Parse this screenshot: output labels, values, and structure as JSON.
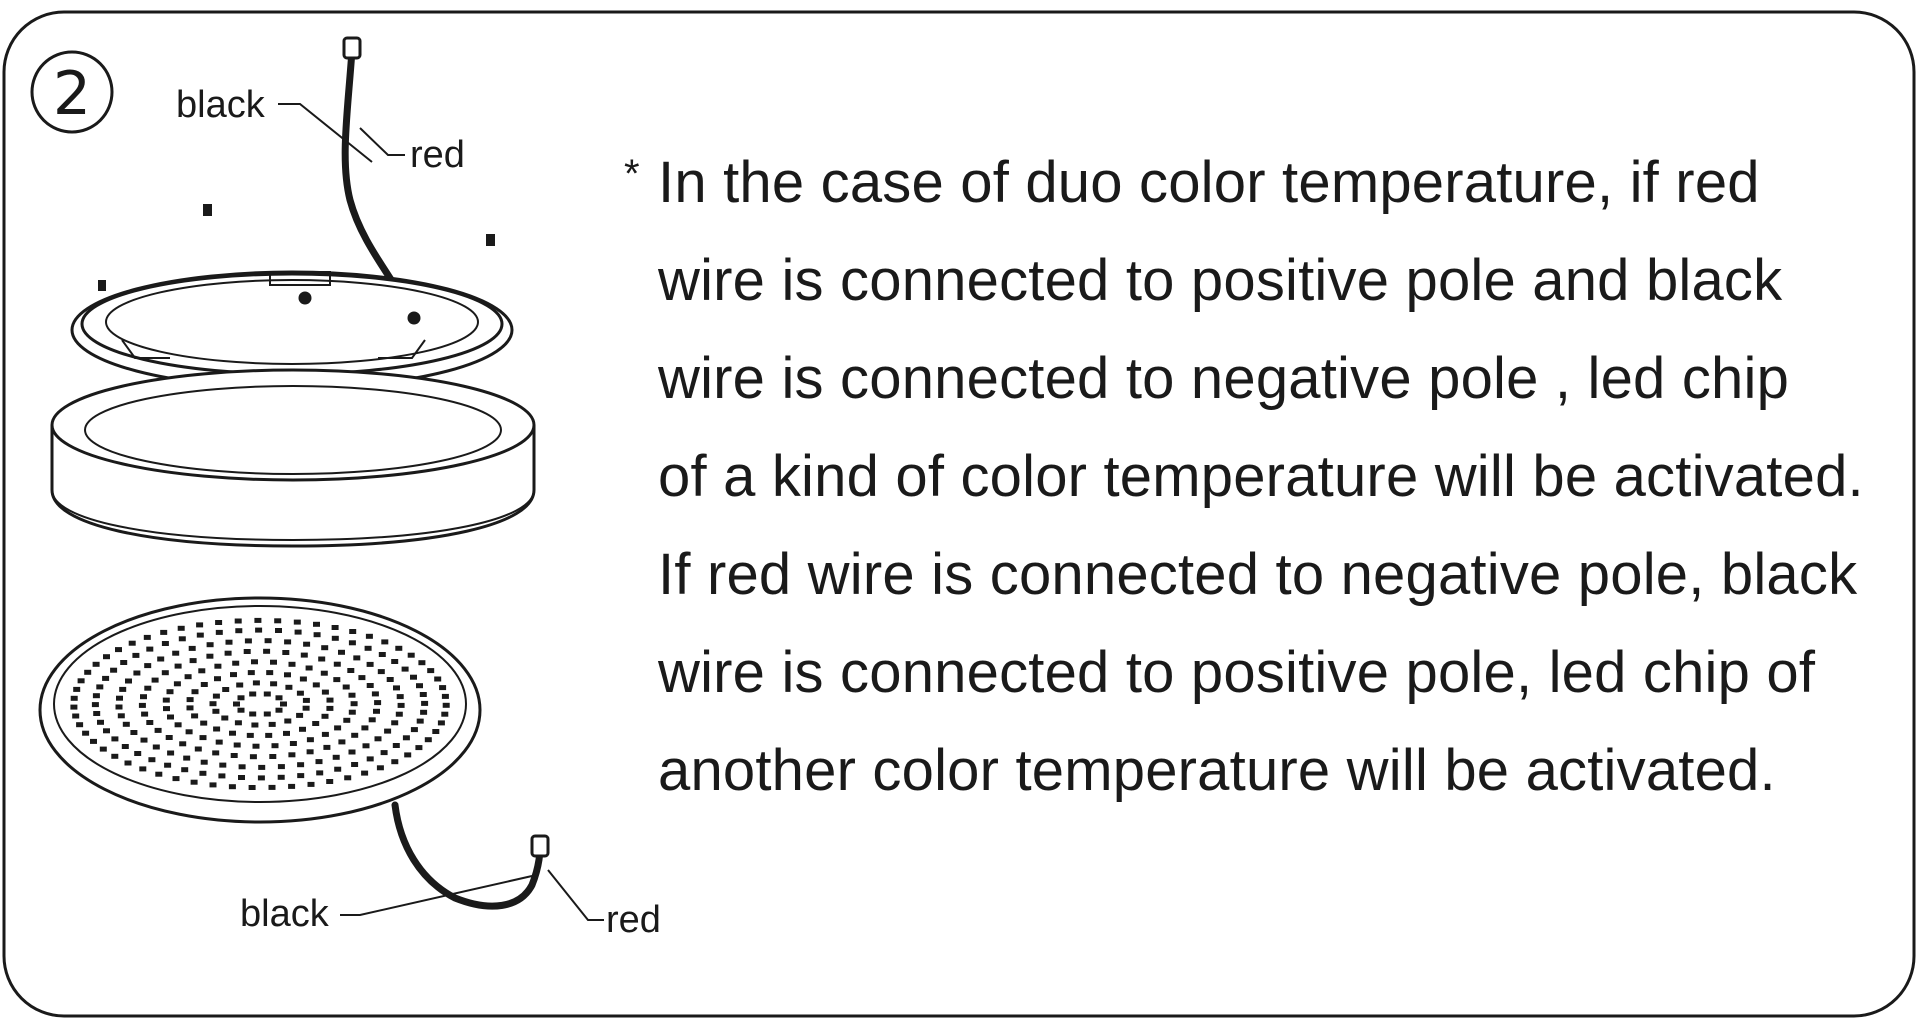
{
  "step": {
    "number": "2"
  },
  "labels": {
    "top_black": "black",
    "top_red": "red",
    "bottom_black": "black",
    "bottom_red": "red"
  },
  "note": {
    "marker": "*",
    "lines": [
      "In the case of duo color temperature, if red",
      "wire is connected to positive pole and black",
      "wire is connected to negative pole , led chip",
      "of a kind of color temperature will be activated.",
      "If red wire is connected to negative pole, black",
      "wire is connected to positive pole, led chip of",
      "another color temperature will be activated."
    ]
  },
  "colors": {
    "ink": "#1a1a1a",
    "background": "#ffffff"
  }
}
